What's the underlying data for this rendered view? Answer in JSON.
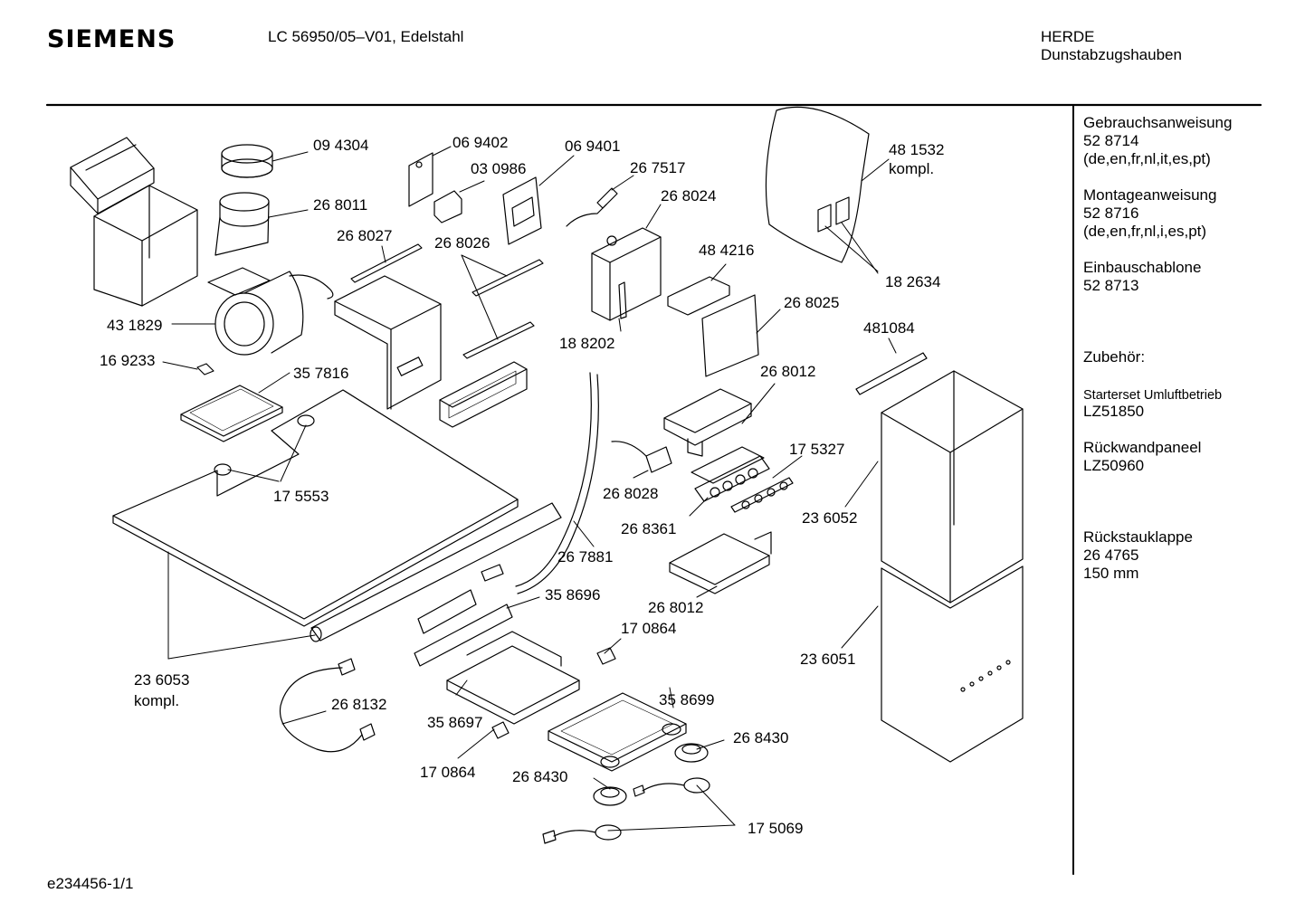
{
  "header": {
    "brand": "SIEMENS",
    "model": "LC 56950/05–V01, Edelstahl",
    "category": "HERDE",
    "subcategory": "Dunstabzugshauben"
  },
  "parts": [
    {
      "id": "p1",
      "label": "09 4304"
    },
    {
      "id": "p2",
      "label": "26 8011"
    },
    {
      "id": "p3",
      "label": "06 9402"
    },
    {
      "id": "p4",
      "label": "03 0986"
    },
    {
      "id": "p5",
      "label": "06 9401"
    },
    {
      "id": "p6",
      "label": "26 7517"
    },
    {
      "id": "p7",
      "label": "26 8024"
    },
    {
      "id": "p8",
      "label": "26 8027"
    },
    {
      "id": "p9",
      "label": "26 8026"
    },
    {
      "id": "p10",
      "label": "48 4216"
    },
    {
      "id": "p11",
      "label": "48 1532"
    },
    {
      "id": "p12",
      "label": "kompl."
    },
    {
      "id": "p13",
      "label": "18 2634"
    },
    {
      "id": "p14",
      "label": "26 8025"
    },
    {
      "id": "p15",
      "label": "43 1829"
    },
    {
      "id": "p16",
      "label": "18 8202"
    },
    {
      "id": "p17",
      "label": "481084"
    },
    {
      "id": "p18",
      "label": "16 9233"
    },
    {
      "id": "p19",
      "label": "35 7816"
    },
    {
      "id": "p20",
      "label": "26 8012"
    },
    {
      "id": "p21",
      "label": "17 5327"
    },
    {
      "id": "p22",
      "label": "17 5553"
    },
    {
      "id": "p23",
      "label": "26 8028"
    },
    {
      "id": "p24",
      "label": "23 6052"
    },
    {
      "id": "p25",
      "label": "26 8361"
    },
    {
      "id": "p26",
      "label": "26 7881"
    },
    {
      "id": "p27",
      "label": "35 8696"
    },
    {
      "id": "p28",
      "label": "26 8012"
    },
    {
      "id": "p29",
      "label": "17 0864"
    },
    {
      "id": "p30",
      "label": "23 6051"
    },
    {
      "id": "p31",
      "label": "23 6053"
    },
    {
      "id": "p32",
      "label": "kompl."
    },
    {
      "id": "p33",
      "label": "35 8699"
    },
    {
      "id": "p34",
      "label": "26 8132"
    },
    {
      "id": "p35",
      "label": "35 8697"
    },
    {
      "id": "p36",
      "label": "26 8430"
    },
    {
      "id": "p37",
      "label": "17 0864"
    },
    {
      "id": "p38",
      "label": "26 8430"
    },
    {
      "id": "p39",
      "label": "17 5069"
    }
  ],
  "sidebar": {
    "docs": [
      {
        "title": "Gebrauchsanweisung",
        "number": "52 8714",
        "langs": "(de,en,fr,nl,it,es,pt)"
      },
      {
        "title": "Montageanweisung",
        "number": "52 8716",
        "langs": "(de,en,fr,nl,i,es,pt)"
      },
      {
        "title": "Einbauschablone",
        "number": "52 8713"
      }
    ],
    "accessories_heading": "Zubehör:",
    "accessories": [
      {
        "title": "Starterset  Umluftbetrieb",
        "number": "LZ51850"
      },
      {
        "title": "Rückwandpaneel",
        "number": "LZ50960"
      },
      {
        "title": "Rückstauklappe",
        "number": "26 4765",
        "extra": "150 mm"
      }
    ]
  },
  "footer": {
    "code": "e234456-1/1"
  }
}
